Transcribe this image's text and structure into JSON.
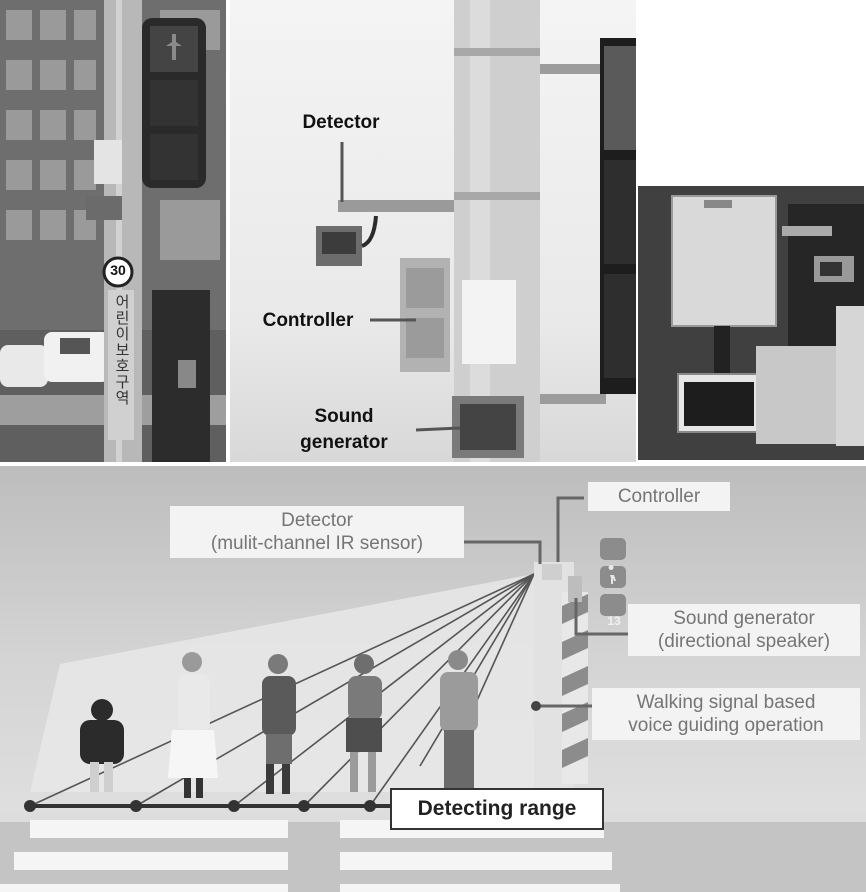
{
  "photo_labels": {
    "detector": "Detector",
    "controller": "Controller",
    "sound_generator_line1": "Sound",
    "sound_generator_line2": "generator"
  },
  "street_signs": {
    "speed_limit": "30",
    "school_zone_vertical": "어린이보호구역"
  },
  "signal_display": {
    "countdown": "13"
  },
  "diagram_labels": {
    "detector_line1": "Detector",
    "detector_line2": "(mulit-channel IR sensor)",
    "controller": "Controller",
    "sound_generator_line1": "Sound generator",
    "sound_generator_line2": "(directional speaker)",
    "walking_line1": "Walking signal based",
    "walking_line2": "voice guiding operation",
    "detecting_range": "Detecting range"
  }
}
